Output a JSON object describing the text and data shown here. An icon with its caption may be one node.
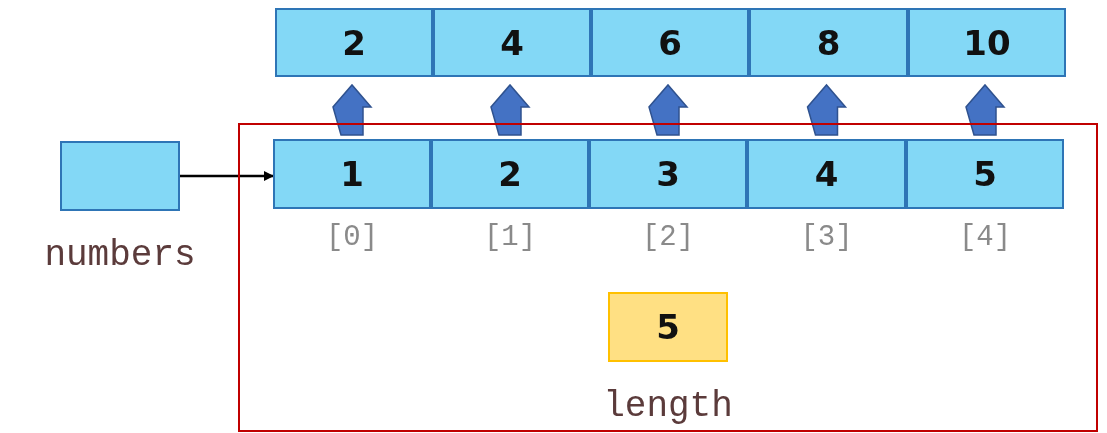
{
  "diagram": {
    "nodes": [
      {
        "text": [
          "2"
        ]
      },
      {
        "text": [
          "4"
        ]
      },
      {
        "text": [
          "6"
        ]
      },
      {
        "text": [
          "8"
        ]
      },
      {
        "text": [
          "10"
        ]
      },
      {
        "text": [],
        "shape": "box",
        "beside": [
          "numbers"
        ]
      },
      {
        "text": [],
        "shape": "box"
      },
      {
        "text": [
          "1"
        ],
        "in": 6,
        "beside": [
          "[0]"
        ]
      },
      {
        "text": [
          "2"
        ],
        "in": 6,
        "beside": [
          "[1]"
        ]
      },
      {
        "text": [
          "3"
        ],
        "in": 6,
        "beside": [
          "[2]"
        ]
      },
      {
        "text": [
          "4"
        ],
        "in": 6,
        "beside": [
          "[3]"
        ]
      },
      {
        "text": [
          "5"
        ],
        "in": 6,
        "beside": [
          "[4]"
        ]
      },
      {
        "text": [
          "5"
        ],
        "in": 6,
        "beside": [
          "length"
        ]
      }
    ],
    "edges": [
      {
        "from": 5,
        "to": 7,
        "arrow": "to"
      },
      {
        "from": 7,
        "to": 0,
        "arrow": "to",
        "style": "thick"
      },
      {
        "from": 8,
        "to": 1,
        "arrow": "to",
        "style": "thick"
      },
      {
        "from": 9,
        "to": 2,
        "arrow": "to",
        "style": "thick"
      },
      {
        "from": 10,
        "to": 3,
        "arrow": "to",
        "style": "thick"
      },
      {
        "from": 11,
        "to": 4,
        "arrow": "to",
        "style": "thick"
      }
    ]
  }
}
